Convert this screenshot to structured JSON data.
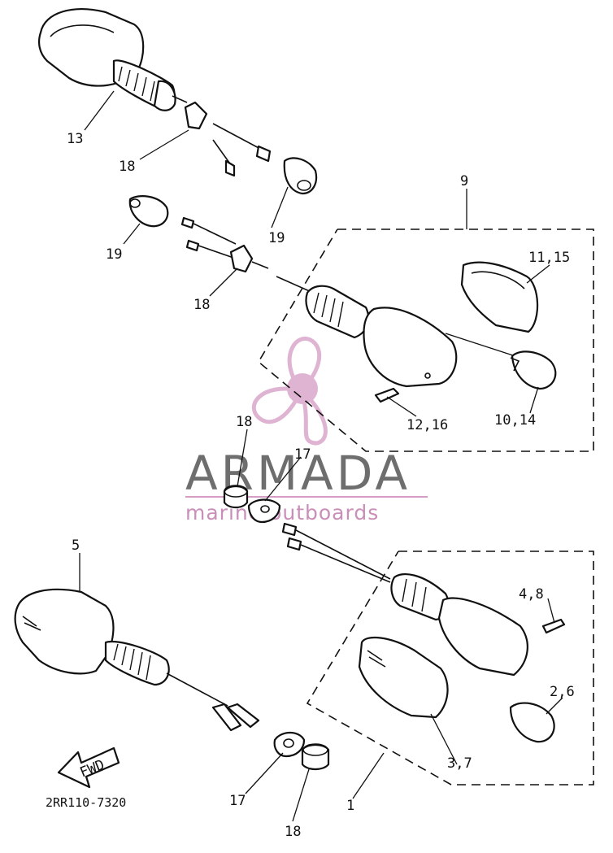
{
  "diagram": {
    "drawing_code": "2RR110-7320",
    "watermark": {
      "brand": "ARMADA",
      "tagline": "marine outboards",
      "brand_color": "#6e6e6e",
      "accent_color": "#d59cc4"
    },
    "callouts": [
      {
        "id": "c13",
        "text": "13"
      },
      {
        "id": "c18a",
        "text": "18"
      },
      {
        "id": "c19a",
        "text": "19"
      },
      {
        "id": "c19b",
        "text": "19"
      },
      {
        "id": "c9",
        "text": "9"
      },
      {
        "id": "c1115",
        "text": "11,15"
      },
      {
        "id": "c18b",
        "text": "18"
      },
      {
        "id": "c1014",
        "text": "10,14"
      },
      {
        "id": "c1216",
        "text": "12,16"
      },
      {
        "id": "c18c",
        "text": "18"
      },
      {
        "id": "c17a",
        "text": "17"
      },
      {
        "id": "c5",
        "text": "5"
      },
      {
        "id": "c48",
        "text": "4,8"
      },
      {
        "id": "c26",
        "text": "2,6"
      },
      {
        "id": "c37",
        "text": "3,7"
      },
      {
        "id": "c17b",
        "text": "17"
      },
      {
        "id": "c1",
        "text": "1"
      },
      {
        "id": "c18d",
        "text": "18"
      }
    ],
    "fwd_arrow": "FWD"
  }
}
